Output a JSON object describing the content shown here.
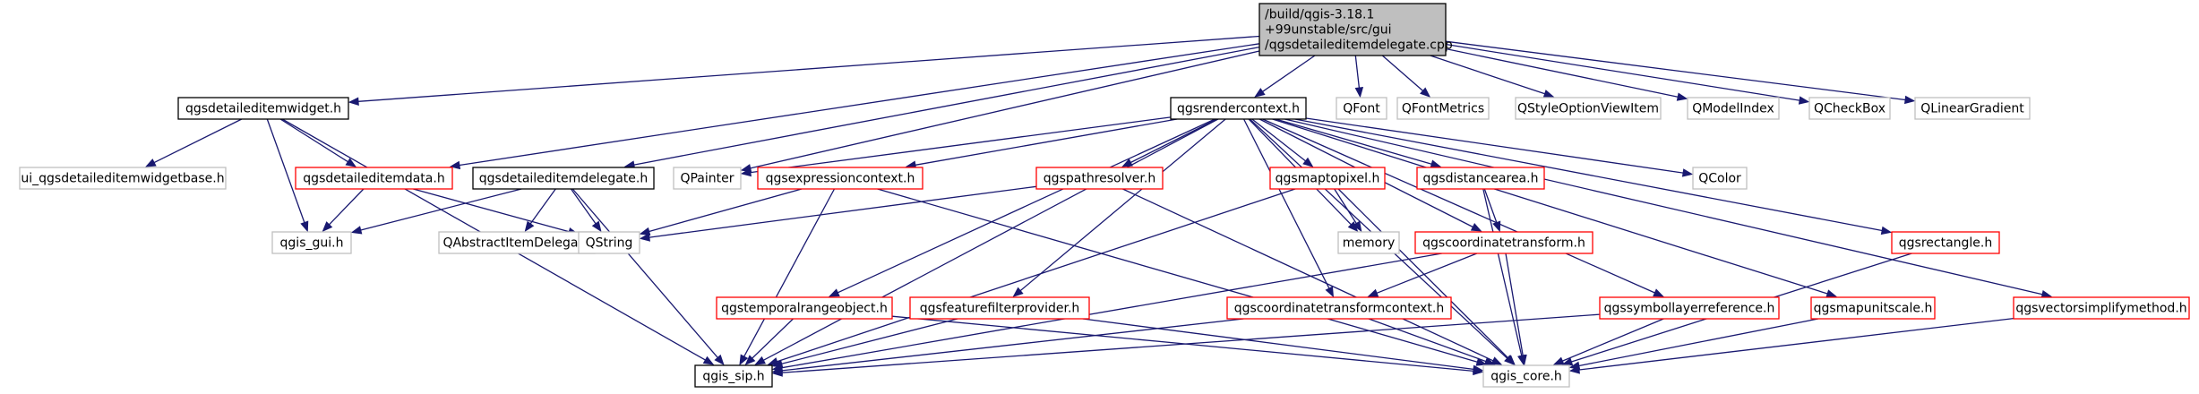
{
  "diagram": {
    "type": "include-dependency-graph",
    "colors": {
      "edge": "#191970",
      "root_fill": "#bfbfbf",
      "documented_border": "#000000",
      "undocumented_border": "#ff0000",
      "external_border": "#bfbfbf"
    },
    "nodes": [
      {
        "id": "root",
        "lines": [
          "/build/qgis-3.18.1",
          "+99unstable/src/gui",
          "/qgsdetaileditemdelegate.cpp"
        ],
        "style": "root"
      },
      {
        "id": "widget_h",
        "lines": [
          "qgsdetaileditemwidget.h"
        ],
        "style": "black"
      },
      {
        "id": "ui_base",
        "lines": [
          "ui_qgsdetaileditemwidgetbase.h"
        ],
        "style": "gray"
      },
      {
        "id": "data_h",
        "lines": [
          "qgsdetaileditemdata.h"
        ],
        "style": "red"
      },
      {
        "id": "gui_h",
        "lines": [
          "qgis_gui.h"
        ],
        "style": "gray"
      },
      {
        "id": "delegate_h",
        "lines": [
          "qgsdetaileditemdelegate.h"
        ],
        "style": "black"
      },
      {
        "id": "qabstract",
        "lines": [
          "QAbstractItemDelegate"
        ],
        "style": "gray"
      },
      {
        "id": "qstring",
        "lines": [
          "QString"
        ],
        "style": "gray"
      },
      {
        "id": "render_h",
        "lines": [
          "qgsrendercontext.h"
        ],
        "style": "black"
      },
      {
        "id": "qpainter",
        "lines": [
          "QPainter"
        ],
        "style": "gray"
      },
      {
        "id": "expr_h",
        "lines": [
          "qgsexpressioncontext.h"
        ],
        "style": "red"
      },
      {
        "id": "path_h",
        "lines": [
          "qgspathresolver.h"
        ],
        "style": "red"
      },
      {
        "id": "m2p_h",
        "lines": [
          "qgsmaptopixel.h"
        ],
        "style": "red"
      },
      {
        "id": "memory",
        "lines": [
          "memory"
        ],
        "style": "gray"
      },
      {
        "id": "dist_h",
        "lines": [
          "qgsdistancearea.h"
        ],
        "style": "red"
      },
      {
        "id": "coord_h",
        "lines": [
          "qgscoordinatetransform.h"
        ],
        "style": "red"
      },
      {
        "id": "qcolor",
        "lines": [
          "QColor"
        ],
        "style": "gray"
      },
      {
        "id": "qfont",
        "lines": [
          "QFont"
        ],
        "style": "gray"
      },
      {
        "id": "qfontmetrics",
        "lines": [
          "QFontMetrics"
        ],
        "style": "gray"
      },
      {
        "id": "qstyleoption",
        "lines": [
          "QStyleOptionViewItem"
        ],
        "style": "gray"
      },
      {
        "id": "qmodelindex",
        "lines": [
          "QModelIndex"
        ],
        "style": "gray"
      },
      {
        "id": "qcheckbox",
        "lines": [
          "QCheckBox"
        ],
        "style": "gray"
      },
      {
        "id": "qlineargradient",
        "lines": [
          "QLinearGradient"
        ],
        "style": "gray"
      },
      {
        "id": "temporal_h",
        "lines": [
          "qgstemporalrangeobject.h"
        ],
        "style": "red"
      },
      {
        "id": "filter_h",
        "lines": [
          "qgsfeaturefilterprovider.h"
        ],
        "style": "red"
      },
      {
        "id": "ctc_h",
        "lines": [
          "qgscoordinatetransformcontext.h"
        ],
        "style": "red"
      },
      {
        "id": "symref_h",
        "lines": [
          "qgssymbollayerreference.h"
        ],
        "style": "red"
      },
      {
        "id": "unitscale_h",
        "lines": [
          "qgsmapunitscale.h"
        ],
        "style": "red"
      },
      {
        "id": "rect_h",
        "lines": [
          "qgsrectangle.h"
        ],
        "style": "red"
      },
      {
        "id": "vsm_h",
        "lines": [
          "qgsvectorsimplifymethod.h"
        ],
        "style": "red"
      },
      {
        "id": "sip_h",
        "lines": [
          "qgis_sip.h"
        ],
        "style": "black"
      },
      {
        "id": "core_h",
        "lines": [
          "qgis_core.h"
        ],
        "style": "gray"
      }
    ],
    "edges": [
      [
        "root",
        "widget_h"
      ],
      [
        "root",
        "data_h"
      ],
      [
        "root",
        "delegate_h"
      ],
      [
        "root",
        "render_h"
      ],
      [
        "root",
        "qpainter"
      ],
      [
        "root",
        "qfont"
      ],
      [
        "root",
        "qfontmetrics"
      ],
      [
        "root",
        "qstyleoption"
      ],
      [
        "root",
        "qmodelindex"
      ],
      [
        "root",
        "qcheckbox"
      ],
      [
        "root",
        "qlineargradient"
      ],
      [
        "widget_h",
        "ui_base"
      ],
      [
        "widget_h",
        "data_h"
      ],
      [
        "widget_h",
        "gui_h"
      ],
      [
        "widget_h",
        "sip_h"
      ],
      [
        "data_h",
        "gui_h"
      ],
      [
        "data_h",
        "qstring"
      ],
      [
        "delegate_h",
        "gui_h"
      ],
      [
        "delegate_h",
        "qabstract"
      ],
      [
        "delegate_h",
        "qstring"
      ],
      [
        "delegate_h",
        "sip_h"
      ],
      [
        "render_h",
        "qpainter"
      ],
      [
        "render_h",
        "expr_h"
      ],
      [
        "render_h",
        "path_h"
      ],
      [
        "render_h",
        "m2p_h"
      ],
      [
        "render_h",
        "memory"
      ],
      [
        "render_h",
        "dist_h"
      ],
      [
        "render_h",
        "coord_h"
      ],
      [
        "render_h",
        "qcolor"
      ],
      [
        "render_h",
        "temporal_h"
      ],
      [
        "render_h",
        "filter_h"
      ],
      [
        "render_h",
        "ctc_h"
      ],
      [
        "render_h",
        "symref_h"
      ],
      [
        "render_h",
        "unitscale_h"
      ],
      [
        "render_h",
        "rect_h"
      ],
      [
        "render_h",
        "vsm_h"
      ],
      [
        "render_h",
        "sip_h"
      ],
      [
        "render_h",
        "core_h"
      ],
      [
        "expr_h",
        "qstring"
      ],
      [
        "expr_h",
        "sip_h"
      ],
      [
        "expr_h",
        "core_h"
      ],
      [
        "path_h",
        "qstring"
      ],
      [
        "path_h",
        "core_h"
      ],
      [
        "m2p_h",
        "memory"
      ],
      [
        "m2p_h",
        "sip_h"
      ],
      [
        "m2p_h",
        "core_h"
      ],
      [
        "dist_h",
        "coord_h"
      ],
      [
        "dist_h",
        "core_h"
      ],
      [
        "coord_h",
        "ctc_h"
      ],
      [
        "coord_h",
        "sip_h"
      ],
      [
        "coord_h",
        "core_h"
      ],
      [
        "temporal_h",
        "sip_h"
      ],
      [
        "temporal_h",
        "core_h"
      ],
      [
        "filter_h",
        "sip_h"
      ],
      [
        "filter_h",
        "core_h"
      ],
      [
        "ctc_h",
        "sip_h"
      ],
      [
        "ctc_h",
        "core_h"
      ],
      [
        "symref_h",
        "sip_h"
      ],
      [
        "symref_h",
        "core_h"
      ],
      [
        "unitscale_h",
        "core_h"
      ],
      [
        "rect_h",
        "core_h"
      ],
      [
        "vsm_h",
        "core_h"
      ]
    ]
  }
}
